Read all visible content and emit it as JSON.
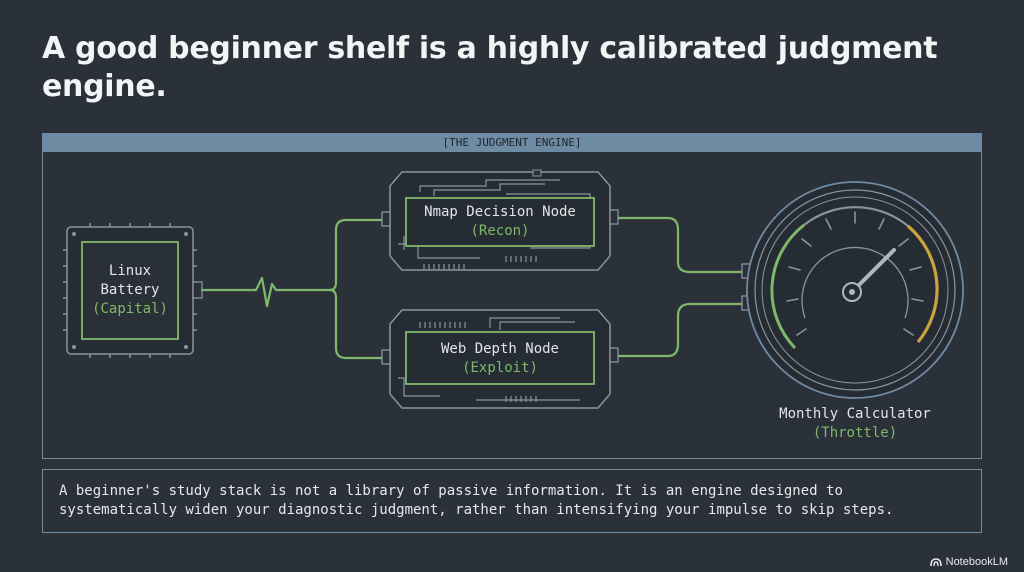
{
  "title": "A good beginner shelf is a highly calibrated judgment engine.",
  "panel": {
    "header": "[THE JUDGMENT ENGINE]"
  },
  "nodes": {
    "battery": {
      "line1": "Linux",
      "line2": "Battery",
      "sub": "(Capital)"
    },
    "recon": {
      "line1": "Nmap Decision Node",
      "sub": "(Recon)"
    },
    "exploit": {
      "line1": "Web Depth Node",
      "sub": "(Exploit)"
    },
    "gauge": {
      "line1": "Monthly Calculator",
      "sub": "(Throttle)"
    }
  },
  "caption": "A beginner's study stack is not a library of passive information. It is an engine designed to systematically widen your diagnostic judgment, rather than intensifying your impulse to skip steps.",
  "brand": "NotebookLM",
  "colors": {
    "background": "#2b3139",
    "frame": "#6f8aa3",
    "signal_green": "#7fb86b",
    "gauge_amber": "#c9a33e"
  }
}
